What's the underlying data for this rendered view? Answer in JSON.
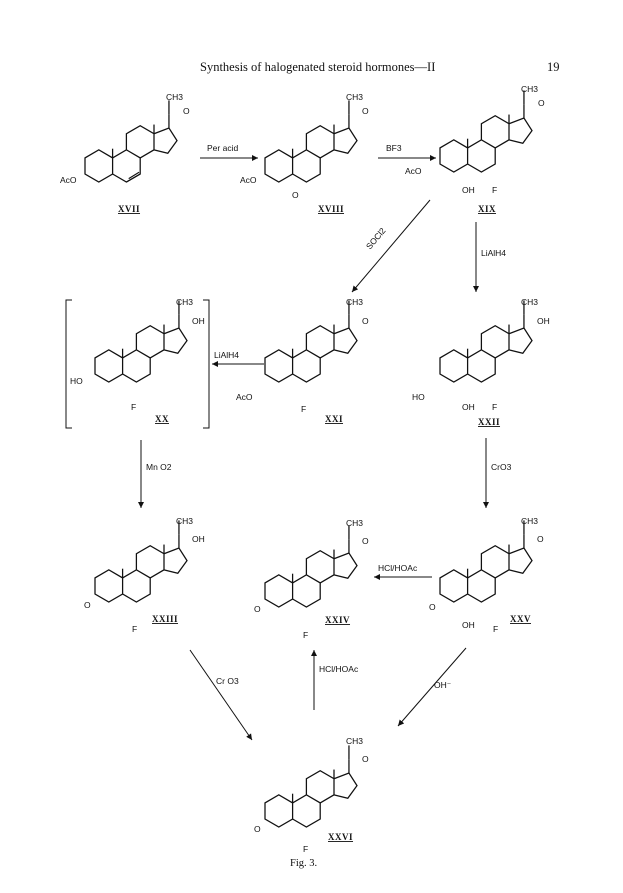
{
  "header": {
    "title": "Synthesis of halogenated steroid hormones—II",
    "page_number": "19"
  },
  "caption": "Fig. 3.",
  "compounds": [
    {
      "id": "XVII",
      "ring_a": "AcO",
      "extra": "",
      "ch3": "CH3",
      "side": "=O"
    },
    {
      "id": "XVIII",
      "ring_a": "AcO",
      "extra": "O",
      "ch3": "CH3",
      "side": "=O"
    },
    {
      "id": "XIX",
      "ring_a": "AcO",
      "extra": "OH",
      "extra2": "F",
      "ch3": "CH3",
      "side": "=O"
    },
    {
      "id": "XX",
      "ring_a": "HO",
      "extra": "F",
      "ch3": "CH3",
      "side": "OH"
    },
    {
      "id": "XXI",
      "ring_a": "AcO",
      "extra": "F",
      "ch3": "CH3",
      "side": "=O"
    },
    {
      "id": "XXII",
      "ring_a": "HO",
      "extra": "OH",
      "extra2": "F",
      "ch3": "CH3",
      "side": "OH"
    },
    {
      "id": "XXIII",
      "ring_a": "O",
      "extra": "F",
      "ch3": "CH3",
      "side": "OH"
    },
    {
      "id": "XXIV",
      "ring_a": "O",
      "extra": "F",
      "ch3": "CH3",
      "side": "=O"
    },
    {
      "id": "XXV",
      "ring_a": "O",
      "extra": "OH",
      "extra2": "F",
      "ch3": "CH3",
      "side": "=O"
    },
    {
      "id": "XXVI",
      "ring_a": "O",
      "extra": "F",
      "ch3": "CH3",
      "side": "=O"
    }
  ],
  "reagents": {
    "per_acid": "Per acid",
    "bf3": "BF3",
    "socl2": "SOCl2",
    "lialh4_down": "LiAlH4",
    "lialh4_left": "LiAlH4",
    "mno2": "Mn O2",
    "cro3_down": "CrO3",
    "hcl_hoac_top": "HCl/HOAc",
    "cro3_diag": "Cr O3",
    "hcl_hoac_up": "HCl/HOAc",
    "oh_minus": "OH⁻"
  }
}
